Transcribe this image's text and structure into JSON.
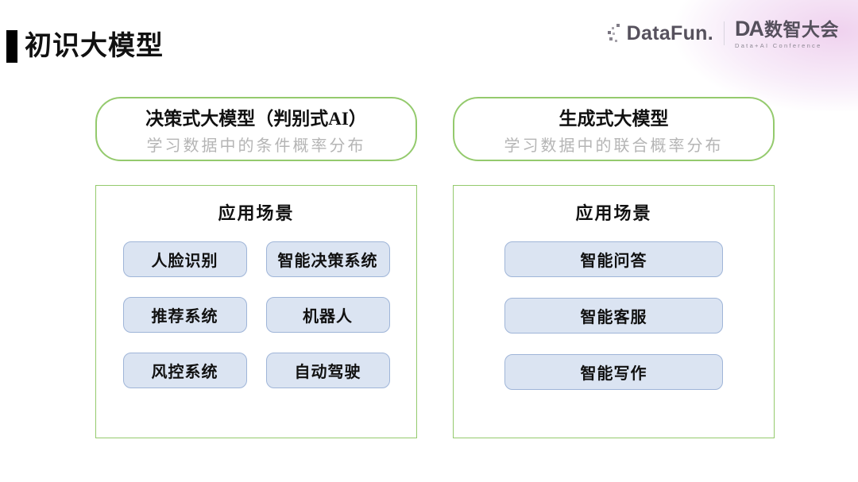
{
  "page": {
    "title": "初识大模型"
  },
  "brand": {
    "datafun": "DataFun.",
    "conference_prefix": "DA",
    "conference_name": "数智大会",
    "conference_sub": "Data+AI Conference"
  },
  "columns": [
    {
      "title": "决策式大模型（判别式AI）",
      "subtitle": "学习数据中的条件概率分布",
      "section_title": "应用场景",
      "items": [
        "人脸识别",
        "智能决策系统",
        "推荐系统",
        "机器人",
        "风控系统",
        "自动驾驶"
      ]
    },
    {
      "title": "生成式大模型",
      "subtitle": "学习数据中的联合概率分布",
      "section_title": "应用场景",
      "items": [
        "智能问答",
        "智能客服",
        "智能写作"
      ]
    }
  ],
  "colors": {
    "accent_green": "#94ca6d",
    "pill_fill": "#dbe4f2",
    "pill_border": "#9fb5d8",
    "title_black": "#111111",
    "subtitle_gray": "#b5b5b5",
    "logo_gray": "#56515d",
    "corner_pink": "#eecfec"
  }
}
